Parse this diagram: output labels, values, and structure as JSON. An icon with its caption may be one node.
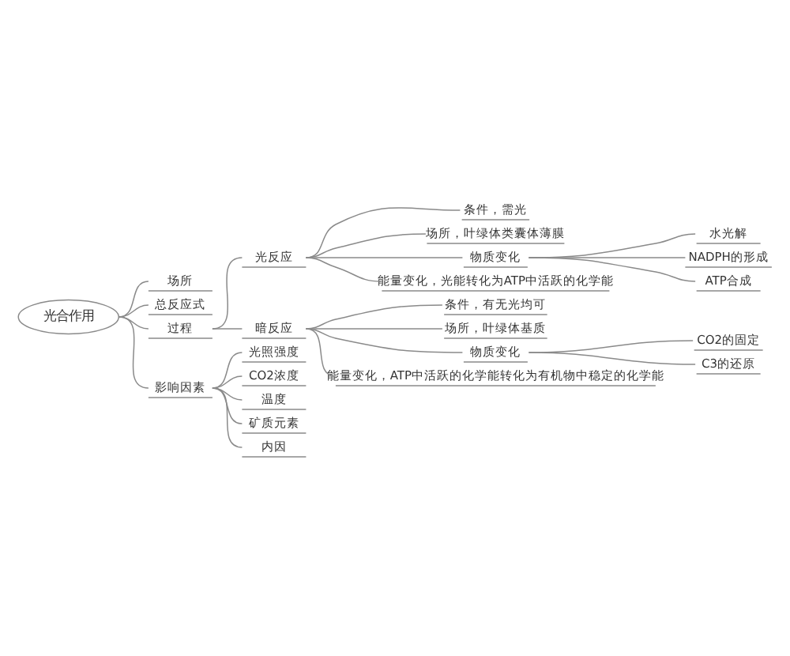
{
  "diagram": {
    "nodes": [
      {
        "text": [
          "光合作用"
        ]
      },
      {
        "text": [
          "场所"
        ]
      },
      {
        "text": [
          "总反应式"
        ]
      },
      {
        "text": [
          "过程"
        ]
      },
      {
        "text": [
          "光反应"
        ]
      },
      {
        "text": [
          "条件，需光"
        ]
      },
      {
        "text": [
          "场所，叶绿体类囊体薄膜"
        ]
      },
      {
        "text": [
          "物质变化"
        ]
      },
      {
        "text": [
          "水光解"
        ]
      },
      {
        "text": [
          "NADPH的形成"
        ]
      },
      {
        "text": [
          "ATP合成"
        ]
      },
      {
        "text": [
          "能量变化，光能转化为ATP中活跃的化学能"
        ]
      },
      {
        "text": [
          "暗反应"
        ]
      },
      {
        "text": [
          "条件，有无光均可"
        ]
      },
      {
        "text": [
          "场所，叶绿体基质"
        ]
      },
      {
        "text": [
          "物质变化"
        ]
      },
      {
        "text": [
          "CO2的固定"
        ]
      },
      {
        "text": [
          "C3的还原"
        ]
      },
      {
        "text": [
          "能量变化，ATP中活跃的化学能转化为有机物中稳定的化学能"
        ]
      },
      {
        "text": [
          "影响因素"
        ]
      },
      {
        "text": [
          "光照强度"
        ]
      },
      {
        "text": [
          "CO2浓度"
        ]
      },
      {
        "text": [
          "温度"
        ]
      },
      {
        "text": [
          "矿质元素"
        ]
      },
      {
        "text": [
          "内因"
        ]
      }
    ],
    "edges": [
      {
        "from": 0,
        "to": 1,
        "arrow": "none"
      },
      {
        "from": 0,
        "to": 2,
        "arrow": "none"
      },
      {
        "from": 0,
        "to": 3,
        "arrow": "none"
      },
      {
        "from": 3,
        "to": 4,
        "arrow": "none"
      },
      {
        "from": 4,
        "to": 5,
        "arrow": "none"
      },
      {
        "from": 4,
        "to": 6,
        "arrow": "none"
      },
      {
        "from": 4,
        "to": 7,
        "arrow": "none"
      },
      {
        "from": 7,
        "to": 8,
        "arrow": "none"
      },
      {
        "from": 7,
        "to": 9,
        "arrow": "none"
      },
      {
        "from": 7,
        "to": 10,
        "arrow": "none"
      },
      {
        "from": 4,
        "to": 11,
        "arrow": "none"
      },
      {
        "from": 3,
        "to": 12,
        "arrow": "none"
      },
      {
        "from": 12,
        "to": 13,
        "arrow": "none"
      },
      {
        "from": 12,
        "to": 14,
        "arrow": "none"
      },
      {
        "from": 12,
        "to": 15,
        "arrow": "none"
      },
      {
        "from": 15,
        "to": 16,
        "arrow": "none"
      },
      {
        "from": 15,
        "to": 17,
        "arrow": "none"
      },
      {
        "from": 12,
        "to": 18,
        "arrow": "none"
      },
      {
        "from": 0,
        "to": 19,
        "arrow": "none"
      },
      {
        "from": 19,
        "to": 20,
        "arrow": "none"
      },
      {
        "from": 19,
        "to": 21,
        "arrow": "none"
      },
      {
        "from": 19,
        "to": 22,
        "arrow": "none"
      },
      {
        "from": 19,
        "to": 23,
        "arrow": "none"
      },
      {
        "from": 19,
        "to": 24,
        "arrow": "none"
      }
    ]
  }
}
